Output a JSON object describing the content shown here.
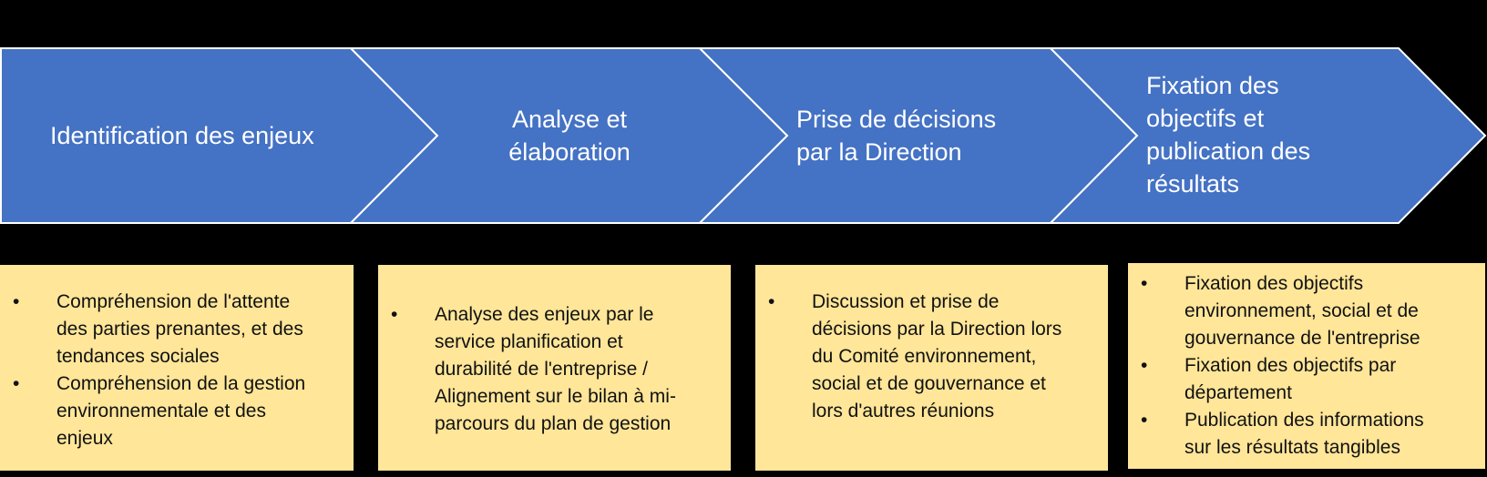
{
  "colors": {
    "background": "#000000",
    "stage_fill": "#4472c4",
    "stage_outline": "#ffffff",
    "stage_text": "#ffffff",
    "box_fill": "#ffe699",
    "box_text": "#111111"
  },
  "stages": [
    {
      "label": "Identification des enjeux"
    },
    {
      "label": "Analyse et élaboration",
      "lines": [
        "Analyse et",
        "élaboration"
      ]
    },
    {
      "label": "Prise de décisions par la Direction",
      "lines": [
        "Prise de décisions",
        "par la Direction"
      ]
    },
    {
      "label": "Fixation des objectifs et publication des résultats",
      "lines": [
        "Fixation des",
        "objectifs et",
        "publication des",
        "résultats"
      ]
    }
  ],
  "details": [
    {
      "items": [
        {
          "bullet": "•",
          "lines": [
            "Compréhension de l'attente",
            "des parties prenantes, et des",
            "tendances sociales"
          ]
        },
        {
          "bullet": "•",
          "lines": [
            "Compréhension de la gestion",
            "environnementale  et des",
            "enjeux"
          ]
        }
      ]
    },
    {
      "items": [
        {
          "bullet": "•",
          "lines": [
            "Analyse des enjeux par le",
            "service planification et",
            "durabilité de l'entreprise /",
            "Alignement sur le bilan à mi-",
            "parcours  du plan de gestion"
          ]
        }
      ]
    },
    {
      "items": [
        {
          "bullet": "•",
          "lines": [
            "Discussion et prise de",
            "décisions par la Direction lors",
            "du Comité environnement,",
            "social et de gouvernance et",
            "lors d'autres réunions"
          ]
        }
      ]
    },
    {
      "items": [
        {
          "bullet": "•",
          "lines": [
            "Fixation des objectifs",
            "environnement, social et de",
            "gouvernance de l'entreprise"
          ]
        },
        {
          "bullet": "•",
          "lines": [
            "Fixation des objectifs par",
            "département"
          ]
        },
        {
          "bullet": "•",
          "lines": [
            "Publication des informations",
            "sur les résultats tangibles"
          ]
        }
      ]
    }
  ]
}
